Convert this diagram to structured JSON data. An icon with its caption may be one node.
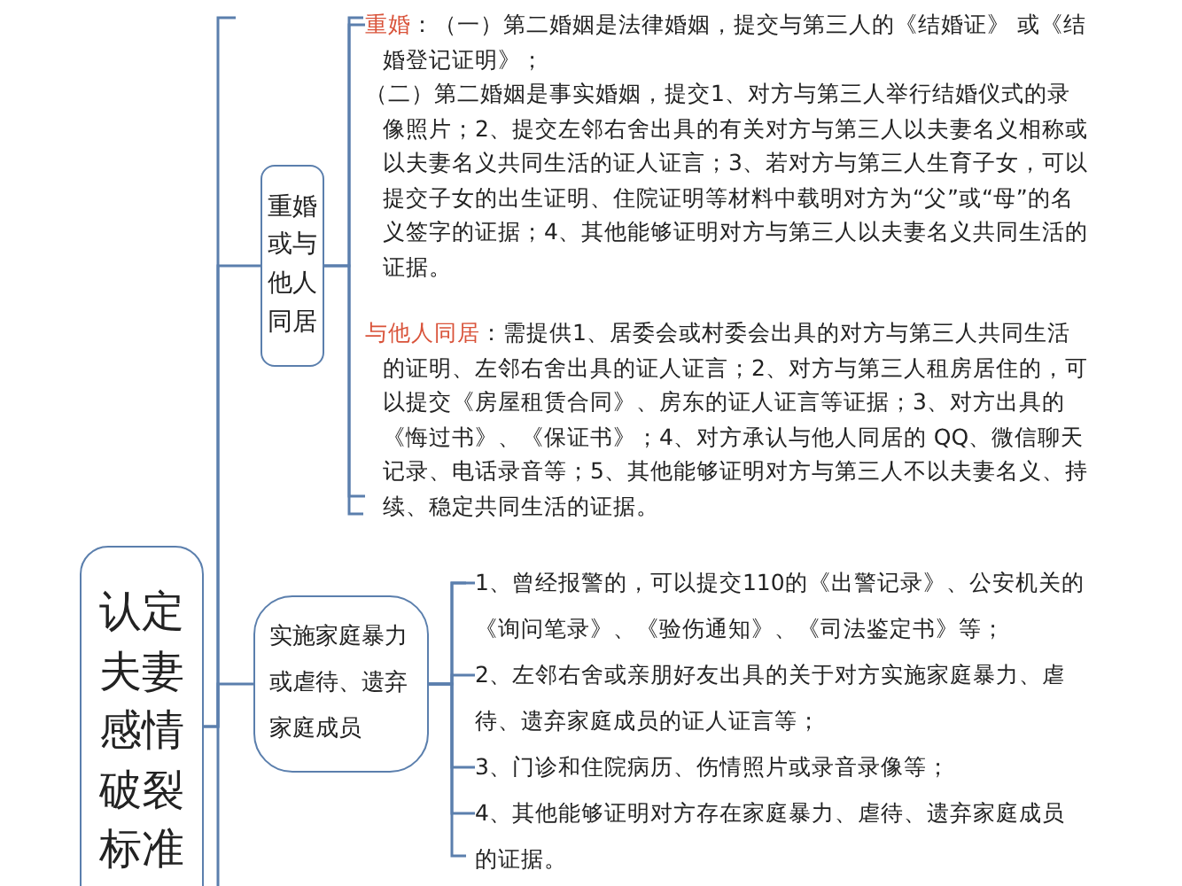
{
  "diagram": {
    "nodes": [
      {
        "text": [
          "认定夫妻感情破裂标准"
        ]
      },
      {
        "text": [
          "重婚或与他人同居"
        ]
      },
      {
        "text": [
          "重婚",
          "：（一）第二婚姻是法律婚姻，提交与第三人的《结婚证》 或《结婚登记证明》；",
          "（二）第二婚姻是事实婚姻，提交1、对方与第三人举行结婚仪式的录像照片；2、提交左邻右舍出具的有关对方与第三人以夫妻名义相称或以夫妻名义共同生活的证人证言；3、若对方与第三人生育子女，可以提交子女的出生证明、住院证明等材料中载明对方为“父”或“母”的名义签字的证据；4、其他能够证明对方与第三人以夫妻名义共同生活的证据。"
        ]
      },
      {
        "text": [
          "与他人同居",
          "：需提供1、居委会或村委会出具的对方与第三人共同生活的证明、左邻右舍出具的证人证言；2、对方与第三人租房居住的，可以提交《房屋租赁合同》、房东的证人证言等证据；3、对方出具的《悔过书》、《保证书》；4、对方承认与他人同居的 QQ、微信聊天记录、电话录音等；5、其他能够证明对方与第三人不以夫妻名义、持续、稳定共同生活的证据。"
        ]
      },
      {
        "text": [
          "实施家庭暴力或虐待、遗弃家庭成员"
        ]
      },
      {
        "text": [
          "1、曾经报警的，可以提交110的《出警记录》、公安机关的《询问笔录》、《验伤通知》、《司法鉴定书》等；"
        ]
      },
      {
        "text": [
          "2、左邻右舍或亲朋好友出具的关于对方实施家庭暴力、虐待、遗弃家庭成员的证人证言等；"
        ]
      },
      {
        "text": [
          "3、门诊和住院病历、伤情照片或录音录像等；"
        ]
      },
      {
        "text": [
          "4、其他能够证明对方存在家庭暴力、虐待、遗弃家庭成员的证据。"
        ]
      }
    ],
    "edges": [
      {
        "from": 0,
        "to": 1,
        "arrow": "none"
      },
      {
        "from": 0,
        "to": 4,
        "arrow": "none"
      },
      {
        "from": 1,
        "to": 2,
        "arrow": "none"
      },
      {
        "from": 1,
        "to": 3,
        "arrow": "none"
      },
      {
        "from": 4,
        "to": 5,
        "arrow": "none"
      },
      {
        "from": 4,
        "to": 6,
        "arrow": "none"
      },
      {
        "from": 4,
        "to": 7,
        "arrow": "none"
      },
      {
        "from": 4,
        "to": 8,
        "arrow": "none"
      }
    ]
  }
}
